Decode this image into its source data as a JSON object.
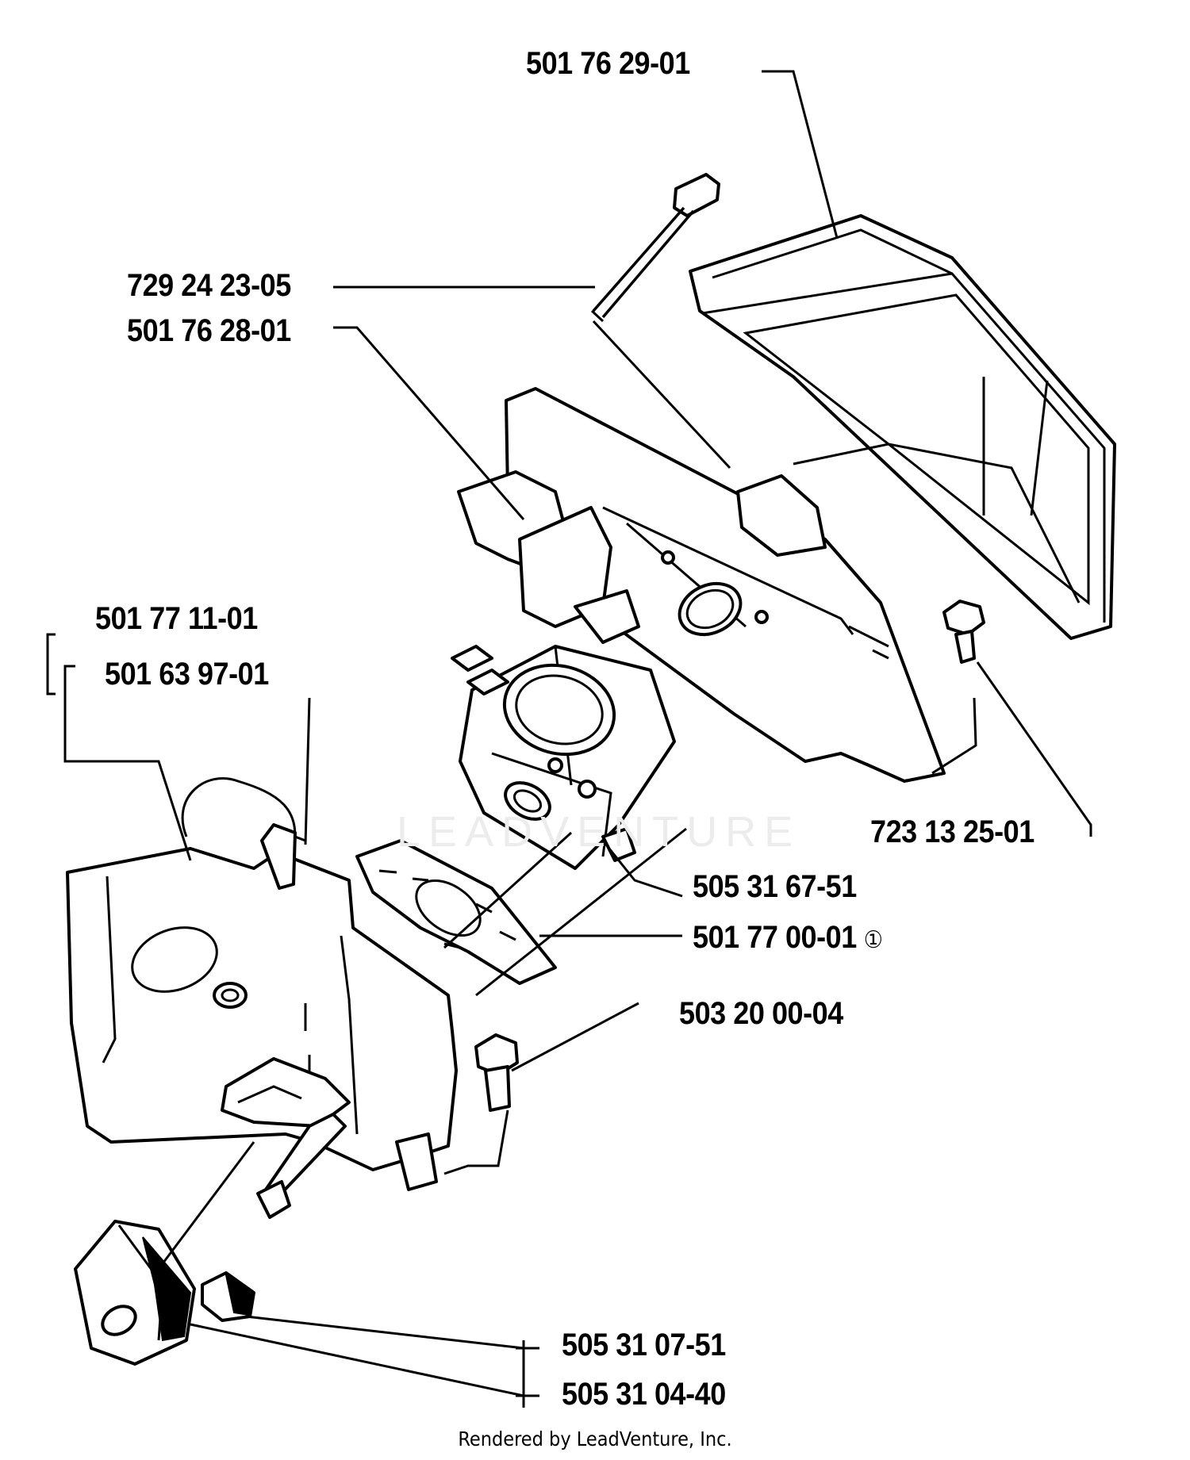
{
  "diagram": {
    "parts": [
      {
        "id": "air-filter-cover",
        "number": "501 76 29-01"
      },
      {
        "id": "cover-screw",
        "number": "729 24 23-05"
      },
      {
        "id": "air-filter-holder",
        "number": "501 76 28-01"
      },
      {
        "id": "carburetor-housing",
        "number": "501 77 11-01"
      },
      {
        "id": "housing-alt",
        "number": "501 63 97-01"
      },
      {
        "id": "holder-bolt",
        "number": "723 13 25-01"
      },
      {
        "id": "carburetor",
        "number": "505 31 67-51"
      },
      {
        "id": "gasket",
        "number": "501 77 00-01",
        "note_mark": "①"
      },
      {
        "id": "housing-bolt",
        "number": "503 20 00-04"
      },
      {
        "id": "sleeve",
        "number": "505 31 07-51"
      },
      {
        "id": "knob",
        "number": "505 31 04-40"
      }
    ],
    "watermark": "LEADVENTURE",
    "footer": "Rendered by LeadVenture, Inc."
  }
}
